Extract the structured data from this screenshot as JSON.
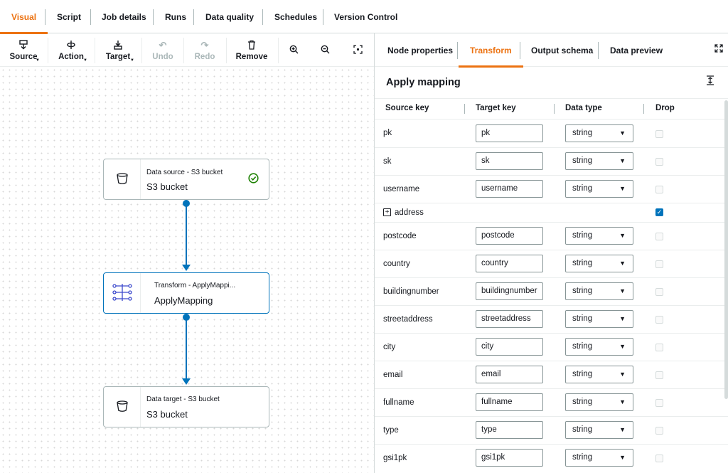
{
  "top_tabs": {
    "visual": "Visual",
    "script": "Script",
    "job_details": "Job details",
    "runs": "Runs",
    "data_quality": "Data quality",
    "schedules": "Schedules",
    "version_control": "Version Control"
  },
  "toolbar": {
    "source": "Source",
    "action": "Action",
    "target": "Target",
    "undo": "Undo",
    "redo": "Redo",
    "remove": "Remove"
  },
  "nodes": {
    "source": {
      "subtitle": "Data source - S3 bucket",
      "title": "S3 bucket"
    },
    "transform": {
      "subtitle": "Transform - ApplyMappi...",
      "title": "ApplyMapping"
    },
    "target": {
      "subtitle": "Data target - S3 bucket",
      "title": "S3 bucket"
    }
  },
  "panel": {
    "tabs": {
      "node_properties": "Node properties",
      "transform": "Transform",
      "output_schema": "Output schema",
      "data_preview": "Data preview"
    },
    "section_title": "Apply mapping",
    "columns": {
      "source_key": "Source key",
      "target_key": "Target key",
      "data_type": "Data type",
      "drop": "Drop"
    },
    "rows": [
      {
        "source": "pk",
        "target": "pk",
        "type": "string",
        "drop": false
      },
      {
        "source": "sk",
        "target": "sk",
        "type": "string",
        "drop": false
      },
      {
        "source": "username",
        "target": "username",
        "type": "string",
        "drop": false
      },
      {
        "source": "address",
        "target": "",
        "type": "",
        "drop": true
      },
      {
        "source": "postcode",
        "target": "postcode",
        "type": "string",
        "drop": false
      },
      {
        "source": "country",
        "target": "country",
        "type": "string",
        "drop": false
      },
      {
        "source": "buildingnumber",
        "target": "buildingnumber",
        "type": "string",
        "drop": false
      },
      {
        "source": "streetaddress",
        "target": "streetaddress",
        "type": "string",
        "drop": false
      },
      {
        "source": "city",
        "target": "city",
        "type": "string",
        "drop": false
      },
      {
        "source": "email",
        "target": "email",
        "type": "string",
        "drop": false
      },
      {
        "source": "fullname",
        "target": "fullname",
        "type": "string",
        "drop": false
      },
      {
        "source": "type",
        "target": "type",
        "type": "string",
        "drop": false
      },
      {
        "source": "gsi1pk",
        "target": "gsi1pk",
        "type": "string",
        "drop": false
      }
    ]
  },
  "colors": {
    "accent": "#ec7211",
    "link": "#0073bb",
    "success": "#1d8102"
  }
}
